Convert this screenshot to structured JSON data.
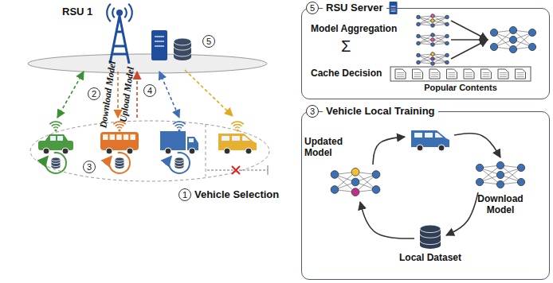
{
  "diagram": {
    "nodes": [
      {
        "text": [
          "RSU Server"
        ]
      },
      {
        "text": [
          "Vehicle Local Training"
        ]
      }
    ],
    "labels": [
      "RSU 1",
      "5",
      "2",
      "Download Model",
      "Upload Model",
      "4",
      "3",
      "1",
      "Vehicle Selection",
      "Model Aggregation",
      "Σ",
      "Cache Decision",
      "Popular Contents",
      "5",
      "3",
      "Updated Model",
      "Download Model",
      "Local Dataset"
    ]
  }
}
